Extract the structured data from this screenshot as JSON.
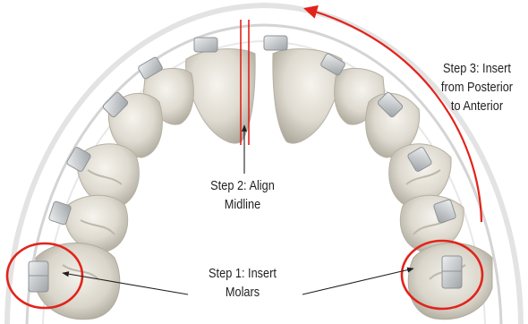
{
  "annotations": {
    "step1": {
      "line1": "Step 1: Insert",
      "line2": "Molars"
    },
    "step2": {
      "line1": "Step 2: Align",
      "line2": "Midline"
    },
    "step3": {
      "line1": "Step 3: Insert",
      "line2": "from Posterior",
      "line3": "to Anterior"
    }
  },
  "colors": {
    "accent_red": "#e2231a",
    "tooth_fill": "#dedad0",
    "tooth_shadow": "#a9a497",
    "bracket": "#c9ccce",
    "archwire": "#d0d0d0",
    "text": "#231f20"
  }
}
